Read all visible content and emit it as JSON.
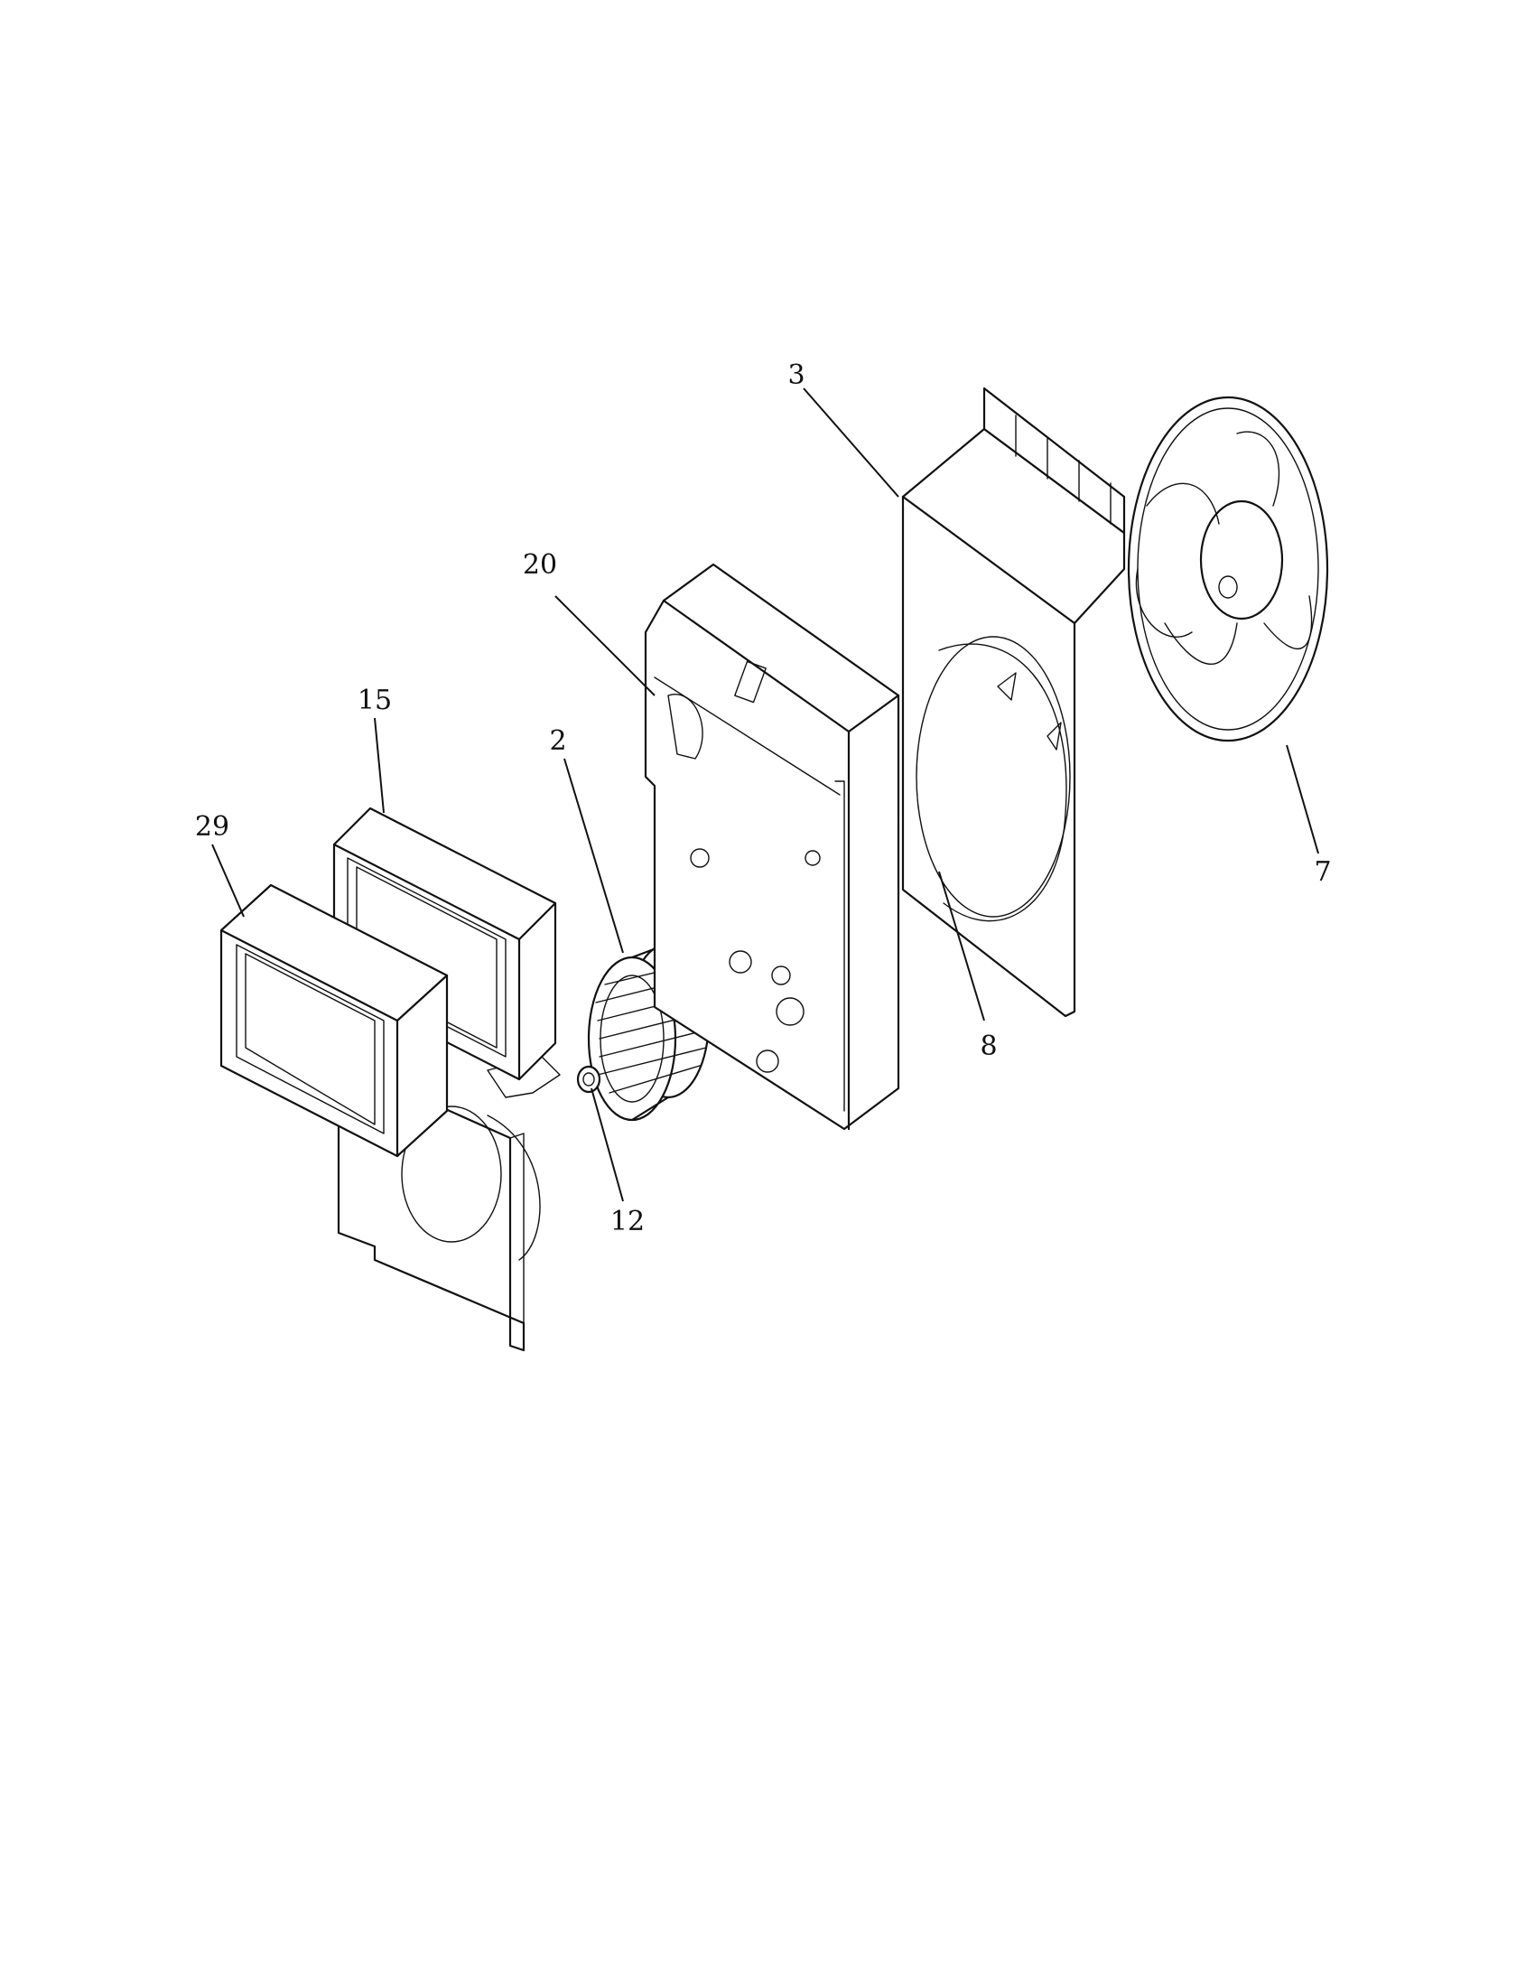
{
  "diagram": {
    "callouts": [
      {
        "id": "3",
        "label": "3"
      },
      {
        "id": "20",
        "label": "20"
      },
      {
        "id": "15",
        "label": "15"
      },
      {
        "id": "2",
        "label": "2"
      },
      {
        "id": "29",
        "label": "29"
      },
      {
        "id": "7",
        "label": "7"
      },
      {
        "id": "8",
        "label": "8"
      },
      {
        "id": "12",
        "label": "12"
      }
    ],
    "colors": {
      "line": "#111111",
      "background": "#ffffff"
    }
  }
}
